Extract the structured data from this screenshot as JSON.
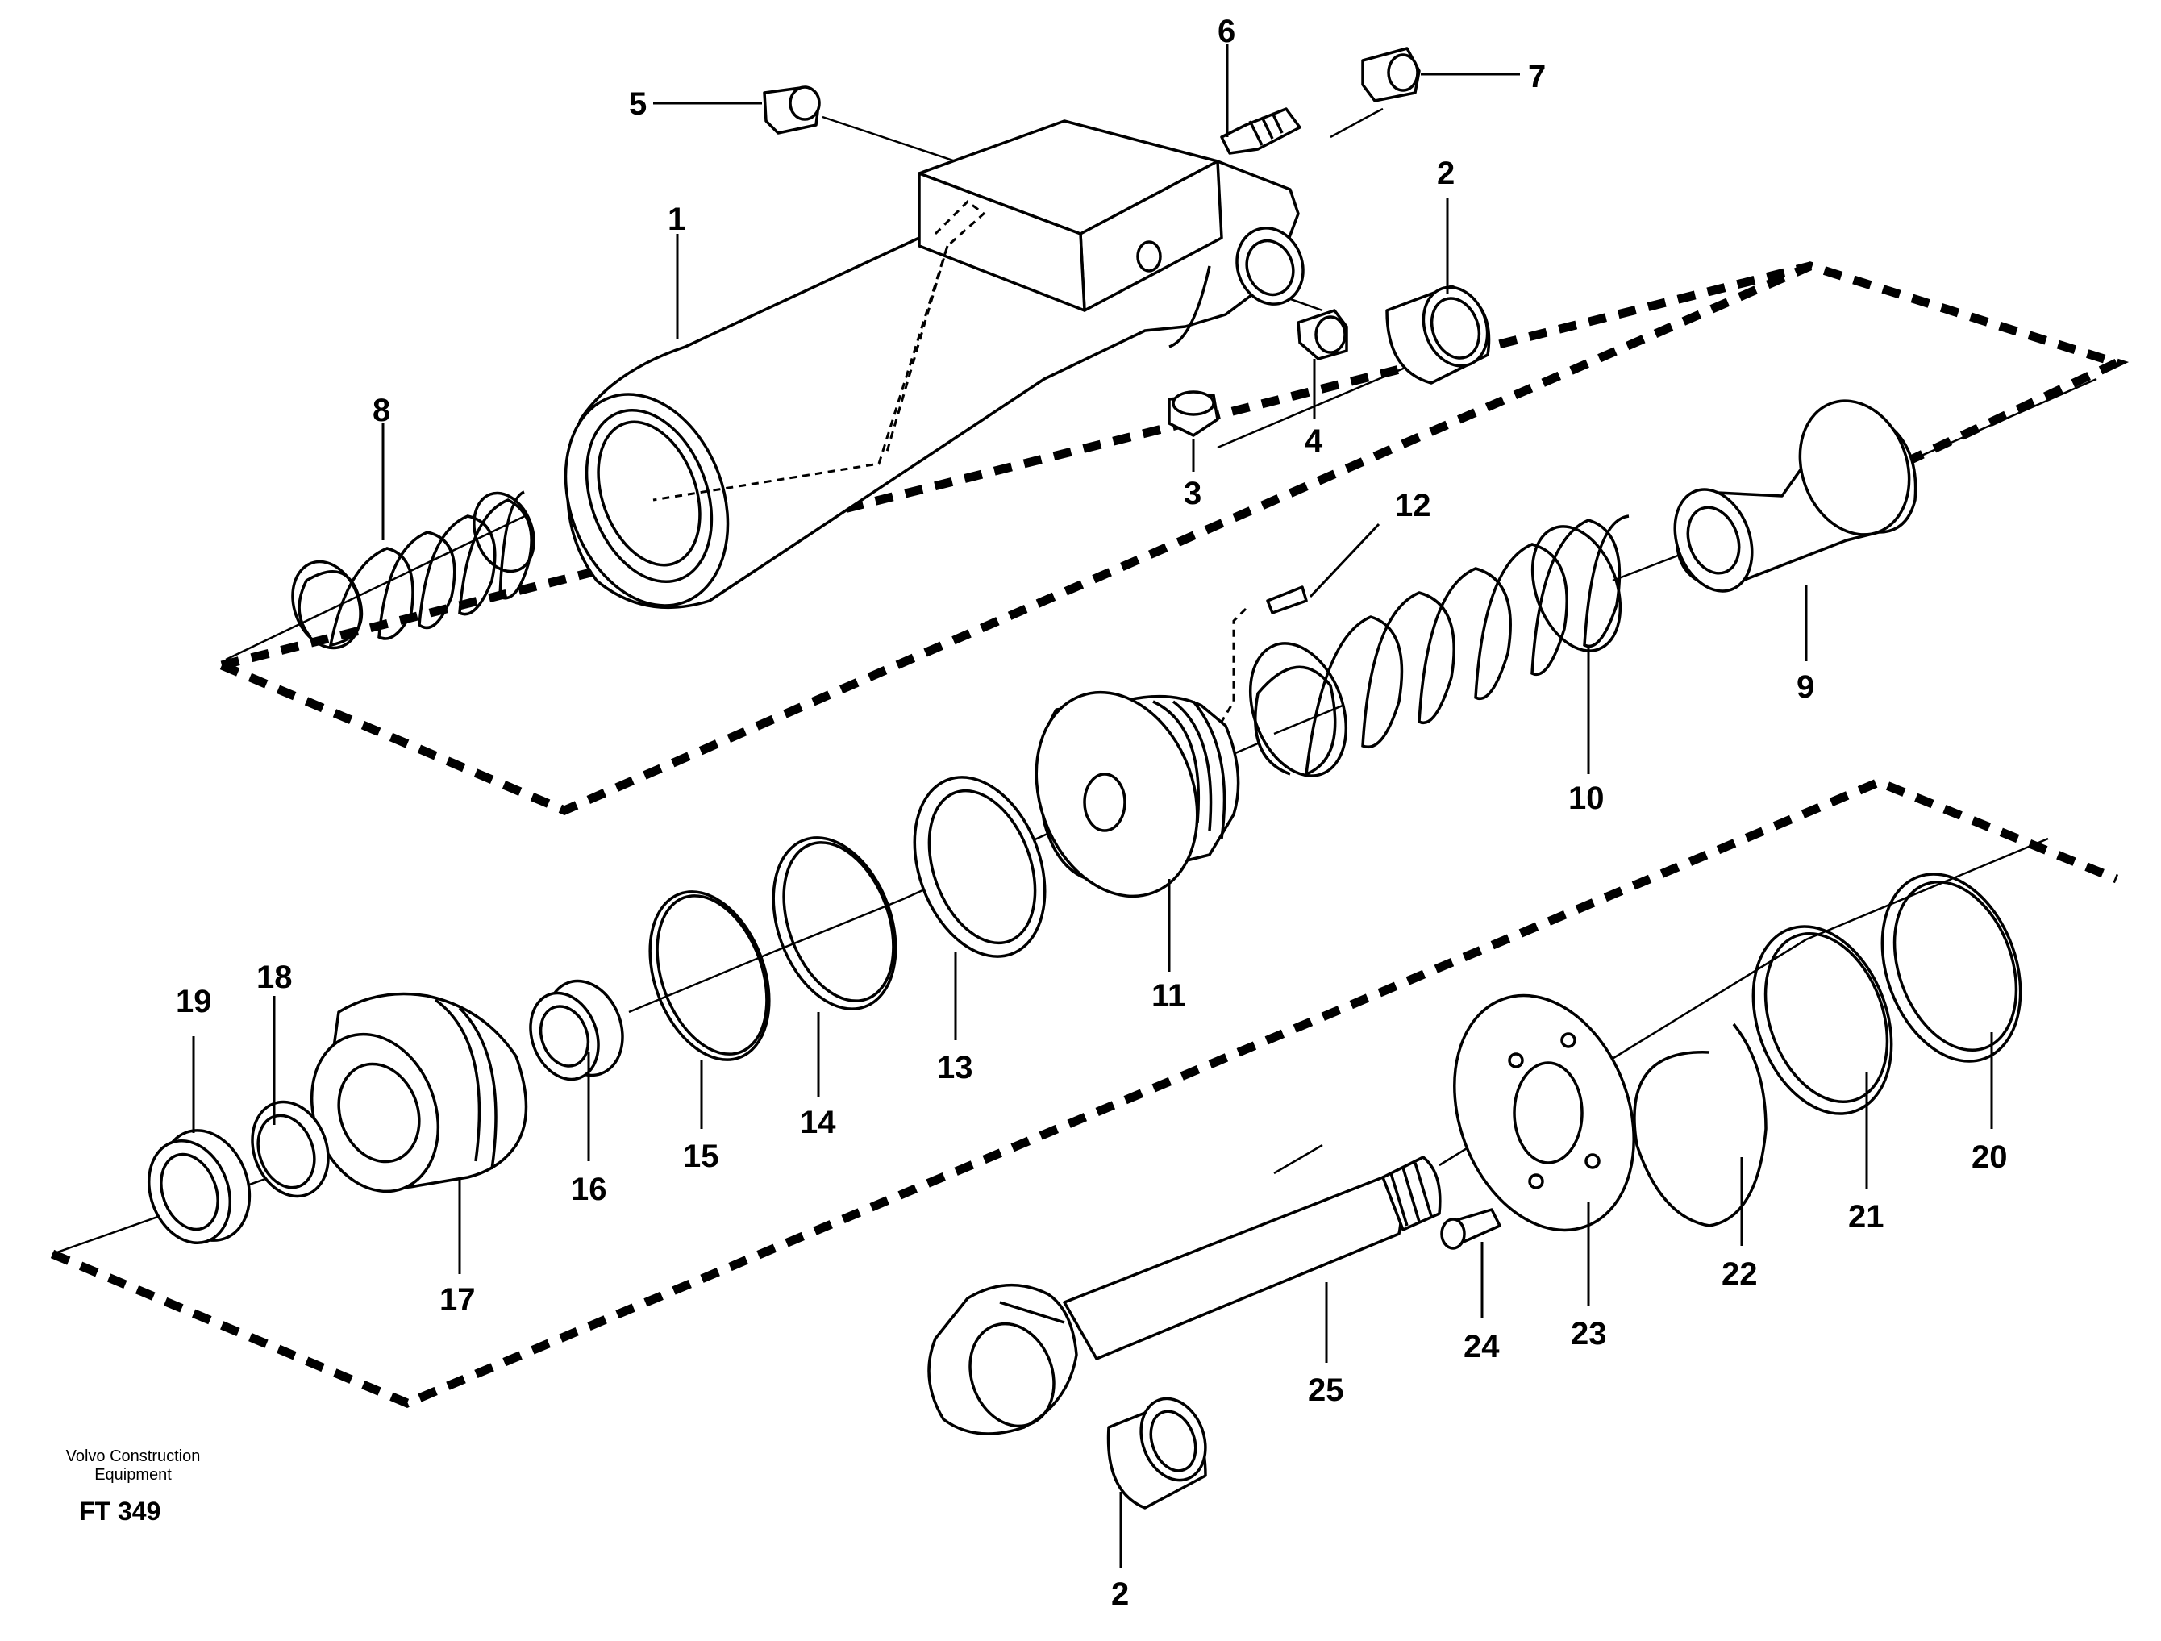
{
  "figure_code": "FT 349",
  "credit_line1": "Volvo Construction",
  "credit_line2": "Equipment",
  "callouts": {
    "c1": "1",
    "c2a": "2",
    "c2b": "2",
    "c3": "3",
    "c4": "4",
    "c5": "5",
    "c6": "6",
    "c7": "7",
    "c8": "8",
    "c9": "9",
    "c10": "10",
    "c11": "11",
    "c12": "12",
    "c13": "13",
    "c14": "14",
    "c15": "15",
    "c16": "16",
    "c17": "17",
    "c18": "18",
    "c19": "19",
    "c20": "20",
    "c21": "21",
    "c22": "22",
    "c23": "23",
    "c24": "24",
    "c25": "25"
  }
}
